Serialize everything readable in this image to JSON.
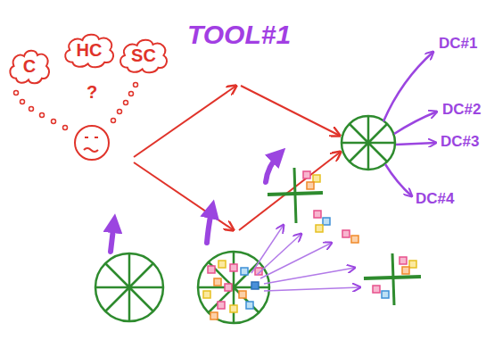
{
  "diagram": {
    "title": "TOOL#1",
    "nodes": [
      {
        "text": [
          "C"
        ]
      },
      {
        "text": [
          "HC"
        ]
      },
      {
        "text": [
          "SC"
        ]
      }
    ],
    "labels": [
      "?",
      "DC#1",
      "DC#2",
      "DC#3",
      "DC#4"
    ]
  }
}
